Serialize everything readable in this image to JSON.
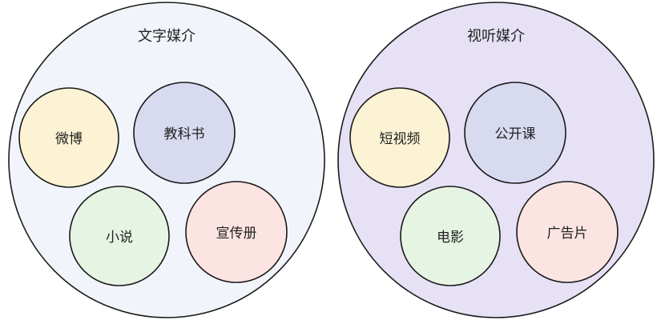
{
  "groups": [
    {
      "title": "文字媒介",
      "fill": "#f1f5fb",
      "items": [
        {
          "label": "微博",
          "fill": "#fbf3d3"
        },
        {
          "label": "教科书",
          "fill": "#d8daf0"
        },
        {
          "label": "小说",
          "fill": "#e6f4e3"
        },
        {
          "label": "宣传册",
          "fill": "#fbe4e2"
        }
      ]
    },
    {
      "title": "视听媒介",
      "fill": "#e6e1f5",
      "items": [
        {
          "label": "短视频",
          "fill": "#fbf3d3"
        },
        {
          "label": "公开课",
          "fill": "#d8daf0"
        },
        {
          "label": "电影",
          "fill": "#e6f4e3"
        },
        {
          "label": "广告片",
          "fill": "#fbe4e2"
        }
      ]
    }
  ],
  "stroke_color": "#1a1a1a"
}
